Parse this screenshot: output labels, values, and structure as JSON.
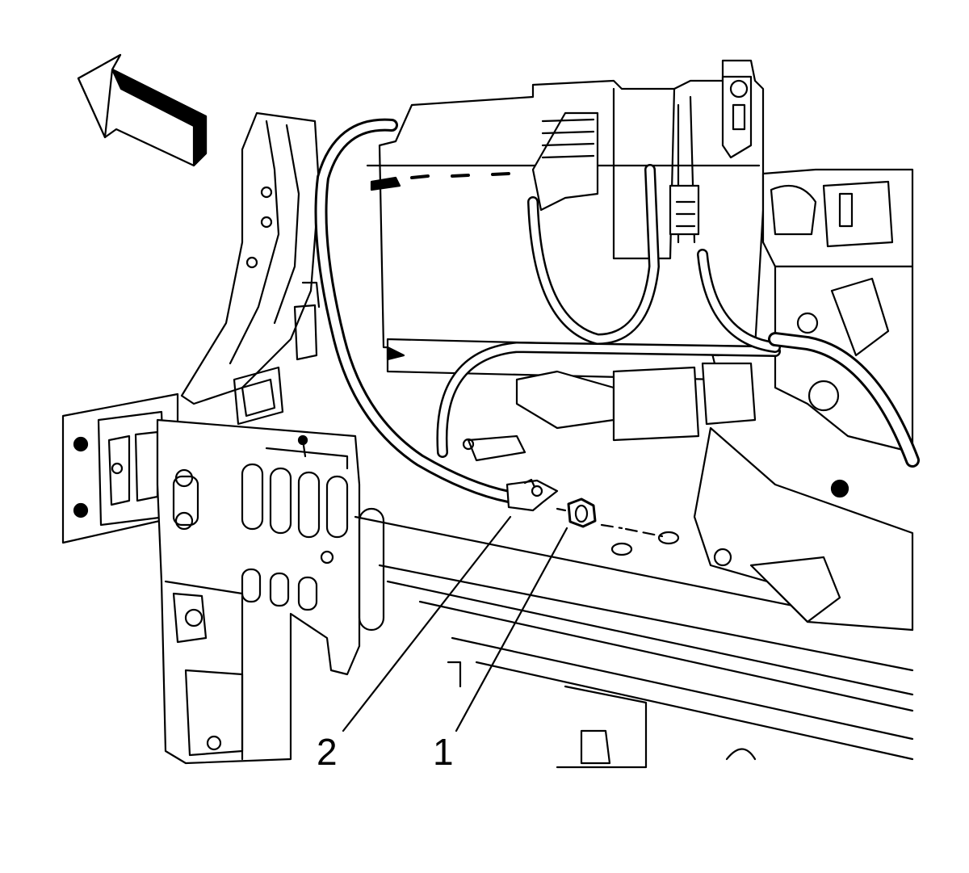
{
  "callouts": [
    {
      "id": "1",
      "label": "1",
      "part": "nut"
    },
    {
      "id": "2",
      "label": "2",
      "part": "cable-terminal"
    }
  ],
  "colors": {
    "line": "#000000",
    "background": "#ffffff",
    "shade": "#e6e6e6"
  },
  "icons": {
    "direction_arrow": "arrow-up-left-icon"
  }
}
